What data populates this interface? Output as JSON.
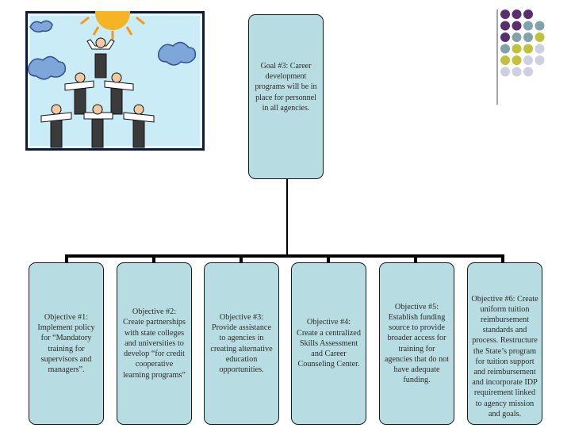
{
  "goal": {
    "text": "Goal #3: Career development programs will be in place for personnel in all agencies."
  },
  "objectives": [
    {
      "text": "Objective #1: Implement policy for “Mandatory training for supervisors and managers”."
    },
    {
      "text": "Objective #2: Create partnerships with state colleges and universities to develop “for credit cooperative learning programs”"
    },
    {
      "text": "Objective #3: Provide assistance to agencies in creating alternative education opportunities."
    },
    {
      "text": "Objective #4: Create a centralized Skills Assessment and Career Counseling Center."
    },
    {
      "text": "Objective #5: Establish funding source to provide broader access for training for agencies that do not have adequate funding."
    },
    {
      "text": "Objective #6: Create uniform tuition reimbursement standards and process. Restructure the State’s program for tuition support and reimbursement and incorporate IDP requirement linked to agency mission and goals."
    }
  ],
  "colors": {
    "box_fill": "#b7dde2",
    "dot_purple": "#5a2d6e",
    "dot_teal": "#7fa3a8",
    "dot_olive": "#c0c23c",
    "dot_lavender": "#cfcfe2"
  },
  "icons": [
    "teamwork-pyramid-clipart",
    "decorative-dot-grid"
  ]
}
